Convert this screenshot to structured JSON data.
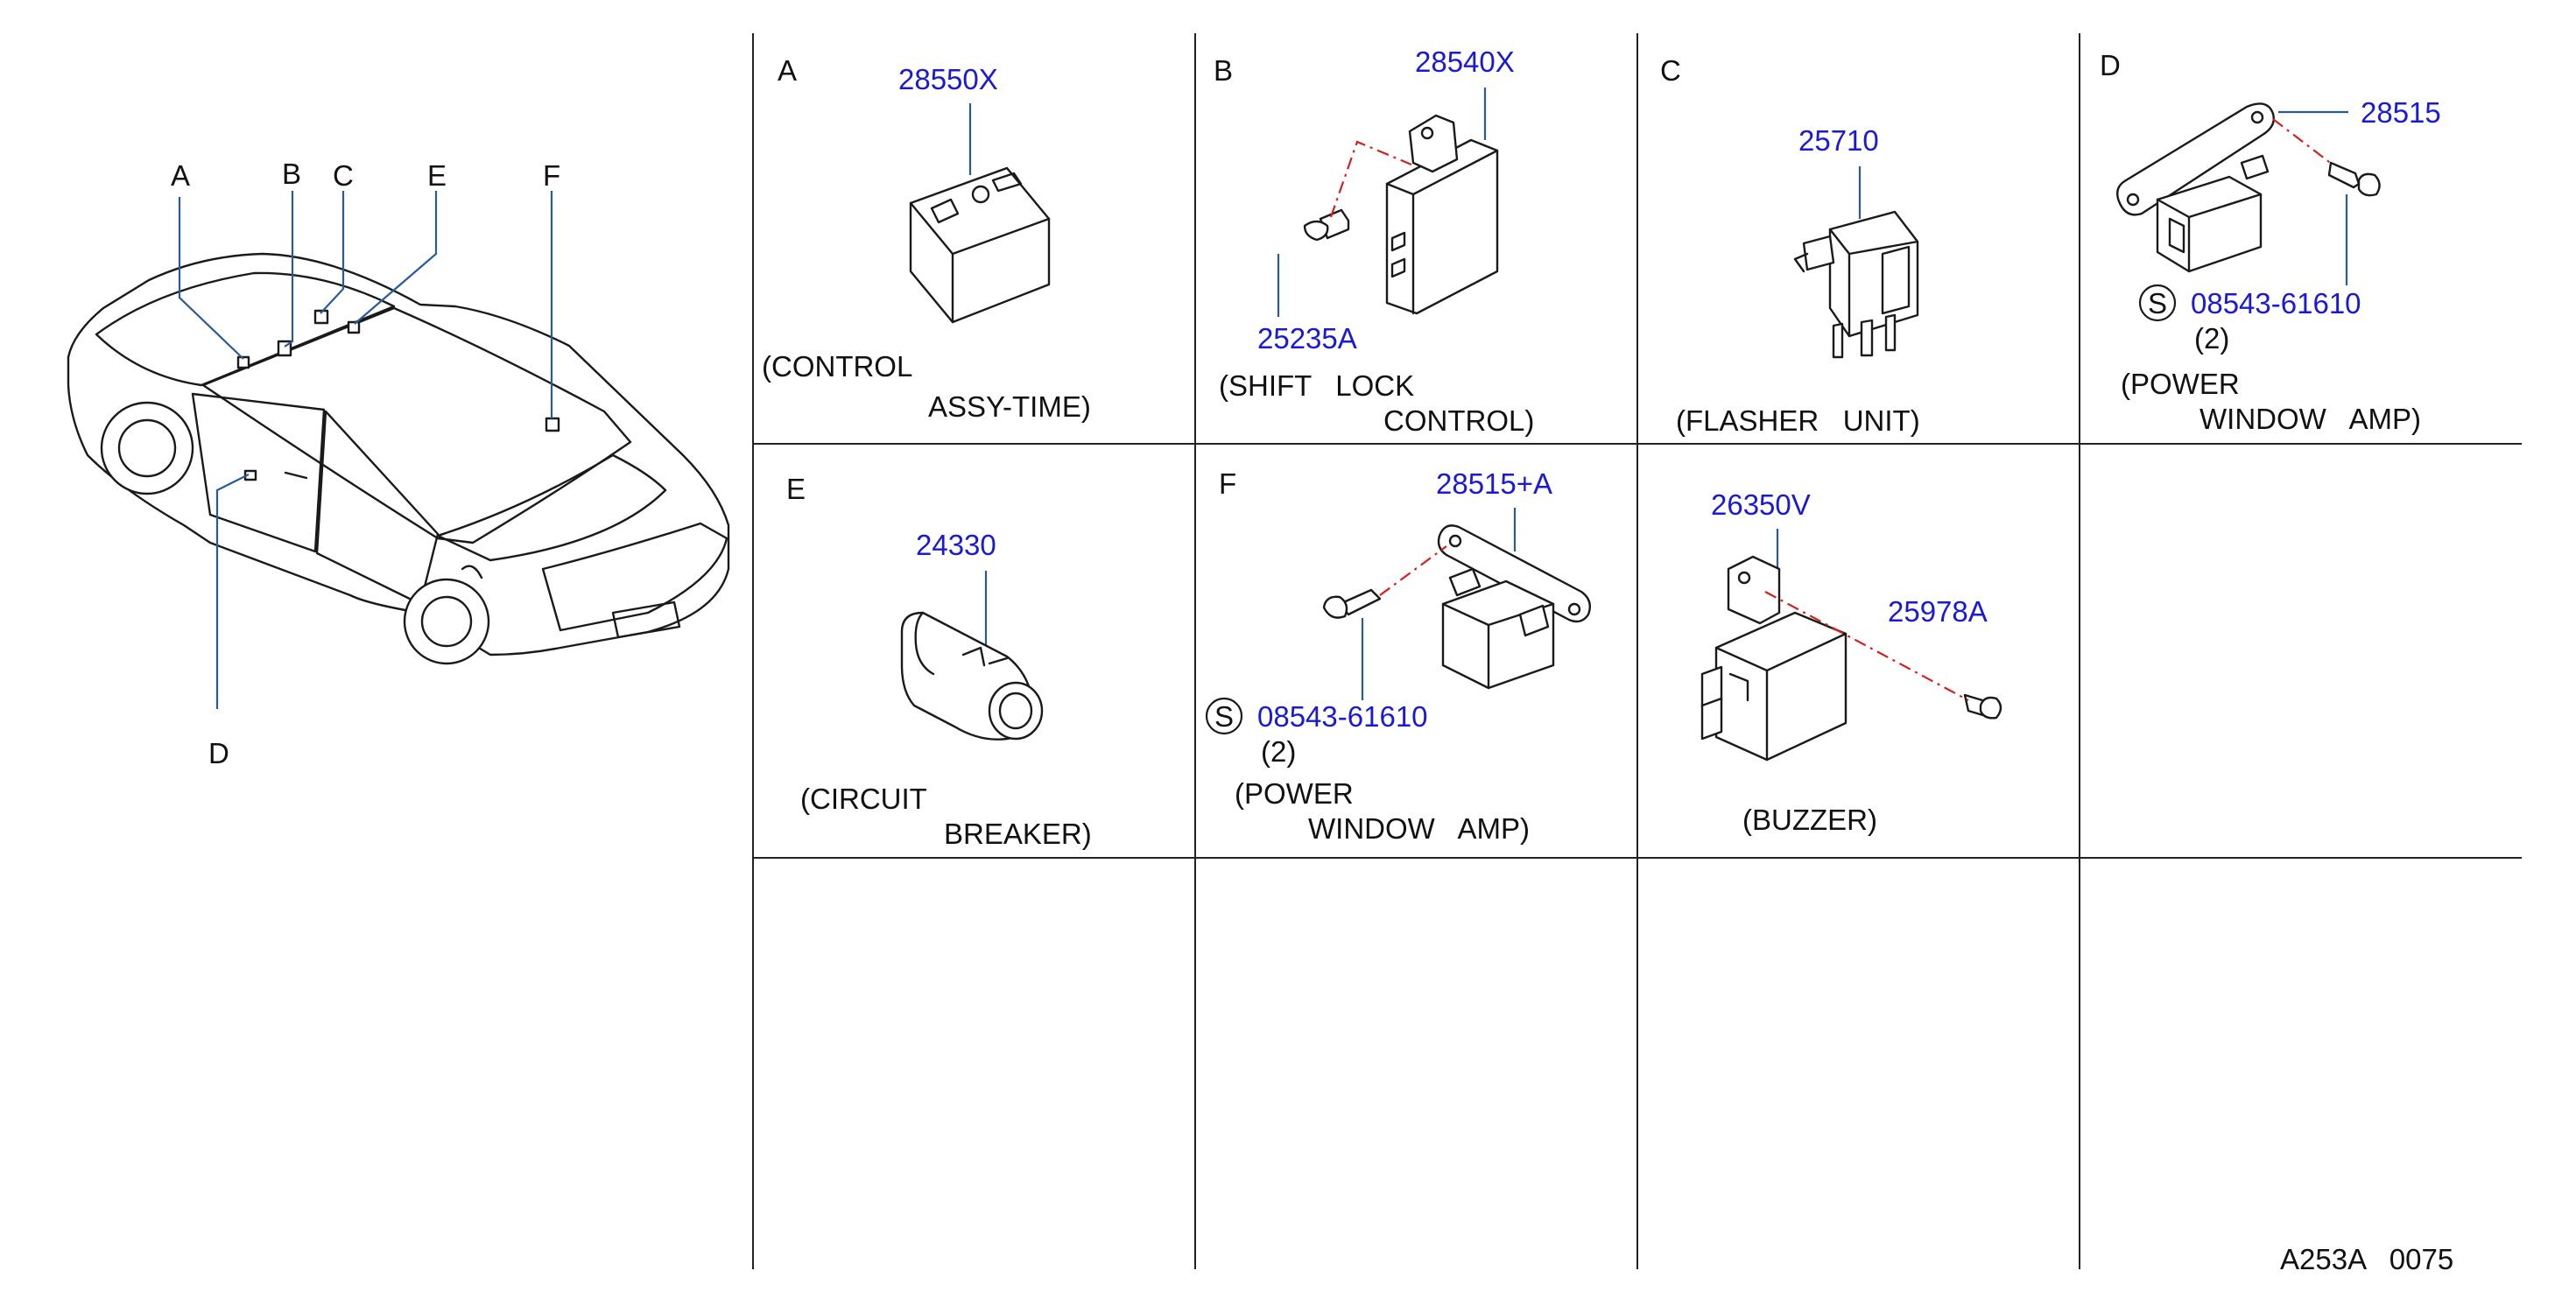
{
  "colors": {
    "part_number": "#1a1ad6",
    "leader_line": "#2a5a9a",
    "dashed_line": "#d42020"
  },
  "overview": {
    "location_letters": [
      "A",
      "B",
      "C",
      "E",
      "F",
      "D"
    ]
  },
  "cells": [
    {
      "letter": "A",
      "part_numbers": [
        "28550X"
      ],
      "caption_lines": [
        "(CONTROL",
        "ASSY-TIME)"
      ]
    },
    {
      "letter": "B",
      "part_numbers": [
        "28540X",
        "25235A"
      ],
      "caption_lines": [
        "(SHIFT   LOCK",
        "CONTROL)"
      ]
    },
    {
      "letter": "C",
      "part_numbers": [
        "25710"
      ],
      "caption_lines": [
        "(FLASHER   UNIT)"
      ]
    },
    {
      "letter": "D",
      "part_numbers": [
        "28515",
        "08543-61610"
      ],
      "std_mark": "S",
      "quantity": "(2)",
      "caption_lines": [
        "(POWER",
        "WINDOW   AMP)"
      ]
    },
    {
      "letter": "E",
      "part_numbers": [
        "24330"
      ],
      "caption_lines": [
        "(CIRCUIT",
        "BREAKER)"
      ]
    },
    {
      "letter": "F",
      "part_numbers": [
        "28515+A",
        "08543-61610"
      ],
      "std_mark": "S",
      "quantity": "(2)",
      "caption_lines": [
        "(POWER",
        "WINDOW   AMP)"
      ]
    },
    {
      "letter": "",
      "part_numbers": [
        "26350V",
        "25978A"
      ],
      "caption_lines": [
        "(BUZZER)"
      ]
    }
  ],
  "diagram_code": "A253A   0075"
}
